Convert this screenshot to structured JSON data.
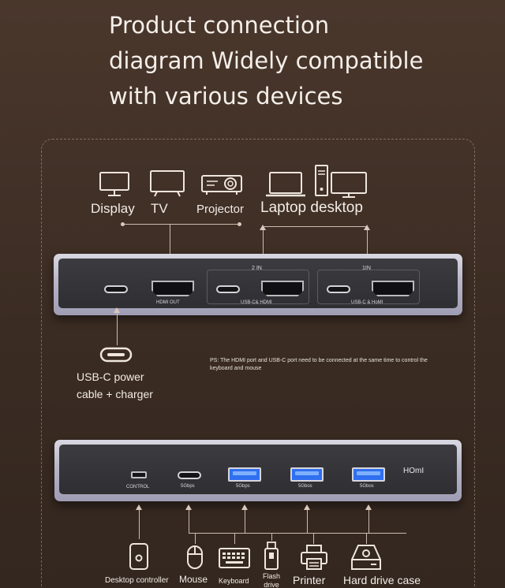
{
  "heading": {
    "line1": "Product connection",
    "line2": "diagram Widely compatible",
    "line3": "with various devices"
  },
  "top_devices": {
    "display": "Display",
    "tv": "TV",
    "projector": "Projector",
    "laptop_desktop": "Laptop desktop"
  },
  "top_bar": {
    "hdmi_out": "HDMI OUT",
    "in2_tag": "2 IN",
    "in2_label": "USB-C& HDMI",
    "in1_tag": "1IN",
    "in1_label": "USB-C & HoMI"
  },
  "power": {
    "line1": "USB-C power",
    "line2": "cable + charger"
  },
  "note": {
    "line1": "PS: The HDMI port and USB-C port need to be connected at the same time to control the",
    "line2": "keyboard and mouse"
  },
  "bottom_bar": {
    "control": "CONTROL",
    "usbc_speed": "5Gbps",
    "usba1_speed": "5Gbps",
    "usba2_speed": "5Gbos",
    "usba3_speed": "5Gbos",
    "hdmi_tag": "HOmI"
  },
  "bottom_devices": {
    "desktop_controller": "Desktop controller",
    "mouse": "Mouse",
    "keyboard": "Keyboard",
    "flash_drive_1": "Flash",
    "flash_drive_2": "drive",
    "printer": "Printer",
    "hard_drive_case": "Hard drive case"
  },
  "colors": {
    "background": "#3f2f26",
    "line": "#cbbcaf",
    "usb_blue": "#2f6ff0"
  }
}
